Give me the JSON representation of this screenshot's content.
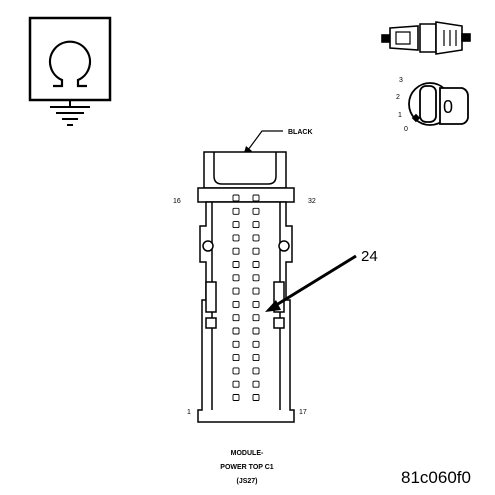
{
  "wire_color": "BLACK",
  "pin_labels": {
    "top_left": "16",
    "top_right": "32",
    "bottom_left": "1",
    "bottom_right": "17"
  },
  "callout": "24",
  "module_title": {
    "line1": "MODULE-",
    "line2": "POWER TOP C1",
    "line3": "(JS27)"
  },
  "figure_code": "81c060f0",
  "key_symbol": {
    "positions": [
      "3",
      "2",
      "1",
      "0"
    ],
    "key_label": "0"
  },
  "icons": [
    "ohm-meter-ground-icon",
    "connector-plug-icon",
    "ignition-key-icon"
  ]
}
